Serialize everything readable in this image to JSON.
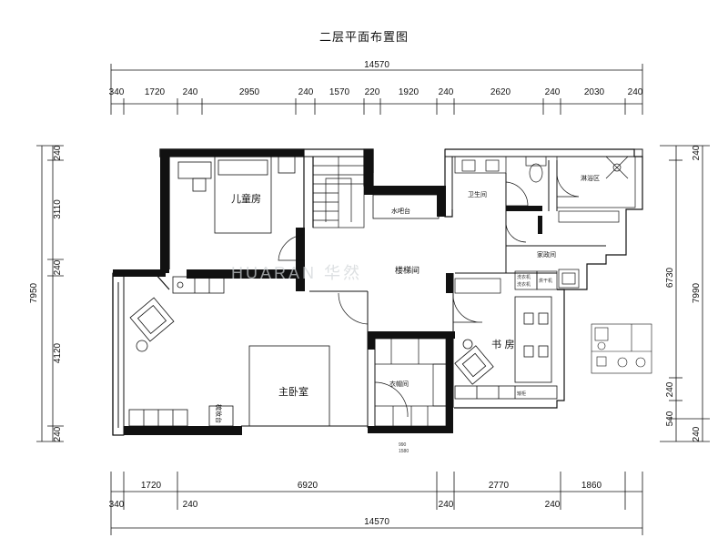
{
  "title": "二层平面布置图",
  "top_total": "14570",
  "top_segments": [
    "340",
    "1720",
    "240",
    "2950",
    "240",
    "1570",
    "220",
    "1920",
    "240",
    "2620",
    "240",
    "2030",
    "240"
  ],
  "bottom_segments": [
    "1720",
    "6920",
    "2770",
    "1860"
  ],
  "bottom_edges": [
    "340",
    "240",
    "240",
    "240"
  ],
  "bottom_total": "14570",
  "left_total": "7950",
  "left_segments": [
    "240",
    "3110",
    "240",
    "4120",
    "240"
  ],
  "right_inner_total": "6730",
  "right_outer_total": "7990",
  "right_segments": [
    "240",
    "240",
    "540",
    "240"
  ],
  "rooms": {
    "kids": "儿童房",
    "master": "主卧室",
    "stair": "楼梯间",
    "bath": "卫生间",
    "housework": "家政间",
    "study": "书 房",
    "wardrobe": "衣帽间",
    "shower": "淋浴区",
    "bar": "水吧台",
    "dresser": "梳妆台"
  },
  "fixtures": {
    "washer1": "洗衣机",
    "washer2": "洗衣机",
    "dryer": "烘干机",
    "cabinet": "矮柜"
  },
  "notes": {
    "n1": "990",
    "n2": "1580"
  },
  "watermark": "HUARAN 华然"
}
